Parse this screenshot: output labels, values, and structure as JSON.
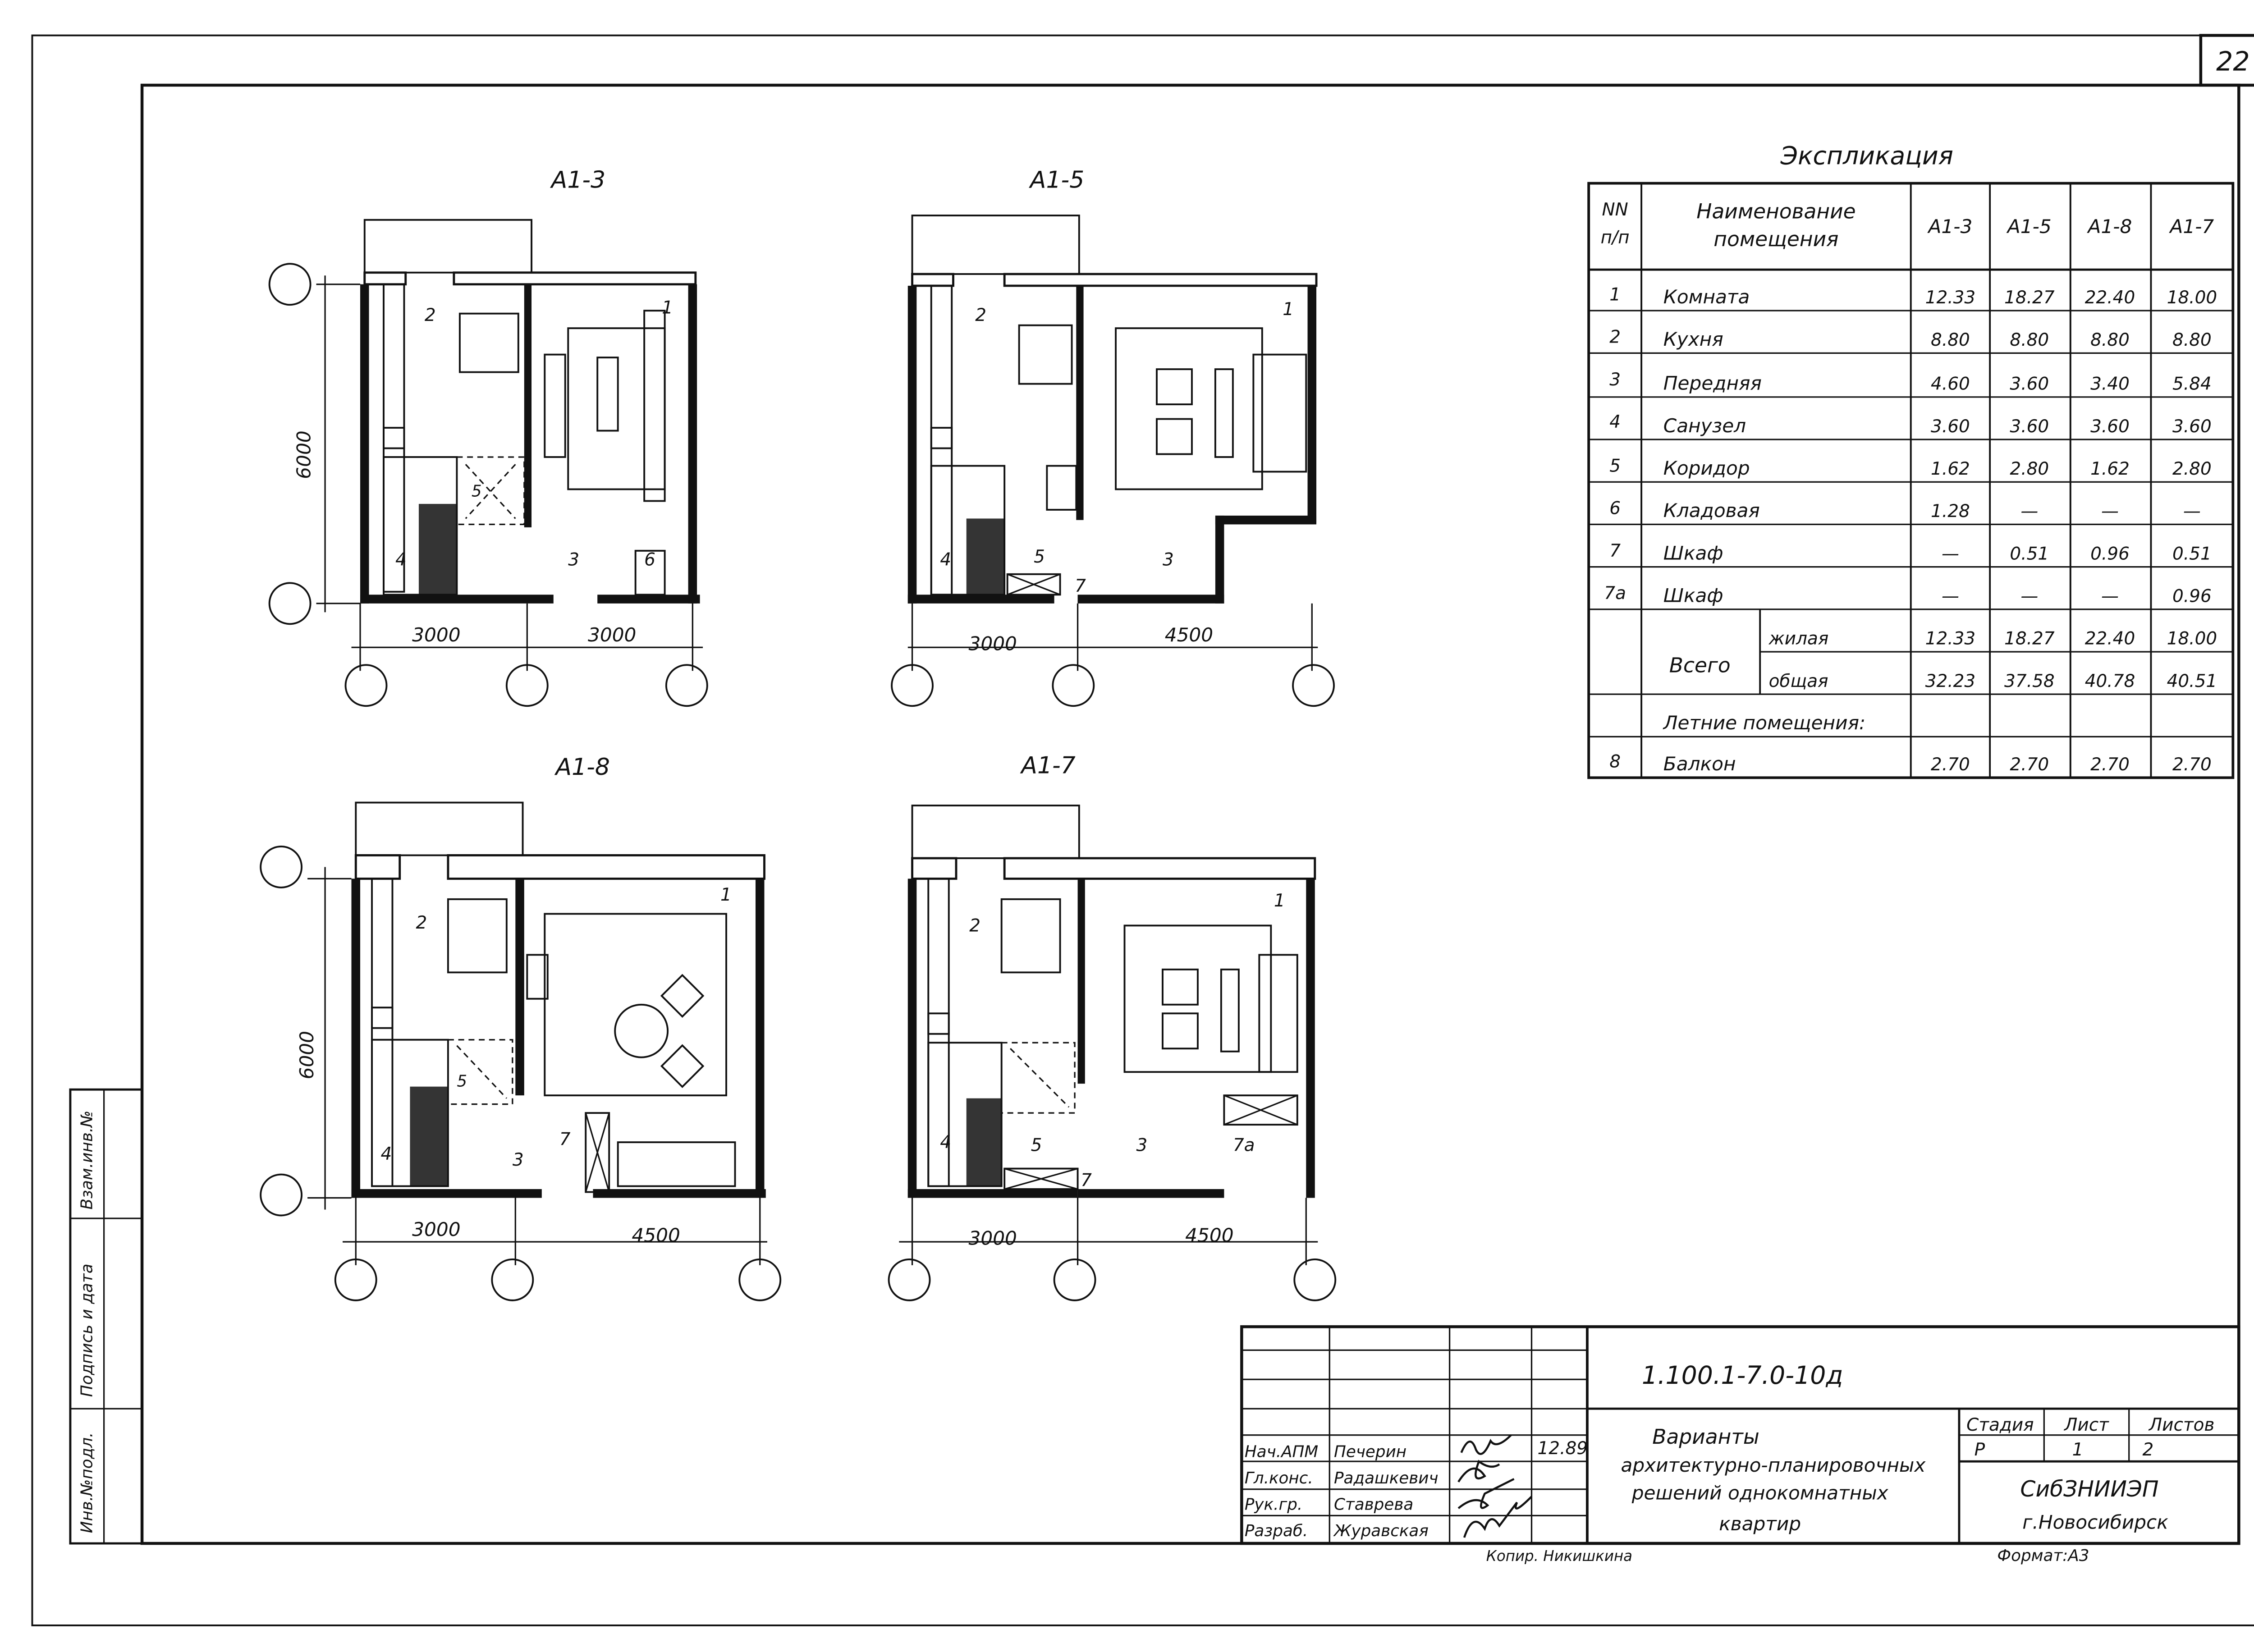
{
  "sheet_number": "22",
  "plans": [
    {
      "label": "А1-3",
      "rooms": [
        "1",
        "2",
        "3",
        "4",
        "5",
        "6"
      ],
      "dim_vertical": "6000",
      "dims_horizontal": [
        "3000",
        "3000"
      ]
    },
    {
      "label": "А1-5",
      "rooms": [
        "1",
        "2",
        "3",
        "4",
        "5",
        "7"
      ],
      "dims_horizontal": [
        "3000",
        "4500"
      ]
    },
    {
      "label": "А1-8",
      "rooms": [
        "1",
        "2",
        "3",
        "4",
        "5",
        "7"
      ],
      "dim_vertical": "6000",
      "dims_horizontal": [
        "3000",
        "4500"
      ]
    },
    {
      "label": "А1-7",
      "rooms": [
        "1",
        "2",
        "3",
        "4",
        "5",
        "7",
        "7а"
      ],
      "dims_horizontal": [
        "3000",
        "4500"
      ]
    }
  ],
  "explication": {
    "title": "Экспликация",
    "headers": {
      "num": [
        "NN",
        "п/п"
      ],
      "name": [
        "Наименование",
        "помещения"
      ],
      "types": [
        "А1-3",
        "А1-5",
        "А1-8",
        "А1-7"
      ]
    },
    "rows": [
      {
        "n": "1",
        "name": "Комната",
        "v": [
          "12.33",
          "18.27",
          "22.40",
          "18.00"
        ]
      },
      {
        "n": "2",
        "name": "Кухня",
        "v": [
          "8.80",
          "8.80",
          "8.80",
          "8.80"
        ]
      },
      {
        "n": "3",
        "name": "Передняя",
        "v": [
          "4.60",
          "3.60",
          "3.40",
          "5.84"
        ]
      },
      {
        "n": "4",
        "name": "Санузел",
        "v": [
          "3.60",
          "3.60",
          "3.60",
          "3.60"
        ]
      },
      {
        "n": "5",
        "name": "Коридор",
        "v": [
          "1.62",
          "2.80",
          "1.62",
          "2.80"
        ]
      },
      {
        "n": "6",
        "name": "Кладовая",
        "v": [
          "1.28",
          "—",
          "—",
          "—"
        ]
      },
      {
        "n": "7",
        "name": "Шкаф",
        "v": [
          "—",
          "0.51",
          "0.96",
          "0.51"
        ]
      },
      {
        "n": "7а",
        "name": "Шкаф",
        "v": [
          "—",
          "—",
          "—",
          "0.96"
        ]
      }
    ],
    "total_label": "Всего",
    "total_rows": [
      {
        "name": "жилая",
        "v": [
          "12.33",
          "18.27",
          "22.40",
          "18.00"
        ]
      },
      {
        "name": "общая",
        "v": [
          "32.23",
          "37.58",
          "40.78",
          "40.51"
        ]
      }
    ],
    "summer_label": "Летние помещения:",
    "balcony": {
      "n": "8",
      "name": "Балкон",
      "v": [
        "2.70",
        "2.70",
        "2.70",
        "2.70"
      ]
    }
  },
  "title_block": {
    "code": "1.100.1-7.0-10д",
    "roles": [
      "Нач.АПМ",
      "Гл.конс.",
      "Рук.гр.",
      "Разраб."
    ],
    "names": [
      "Печерин",
      "Радашкевич",
      "Ставрева",
      "Журавская"
    ],
    "date": "12.89",
    "title_lines": [
      "Варианты",
      "архитектурно-планировочных",
      "решений однокомнатных",
      "квартир"
    ],
    "stage_header": "Стадия",
    "sheet_header": "Лист",
    "sheets_header": "Листов",
    "stage": "Р",
    "sheet": "1",
    "sheets": "2",
    "org": "СибЗНИИЭП",
    "city": "г.Новосибирск",
    "copied": "Копир. Никишкина",
    "format": "Формат:А3"
  },
  "side_stamp": [
    "Инв.№подл.",
    "Подпись и дата",
    "Взам.инв.№"
  ]
}
